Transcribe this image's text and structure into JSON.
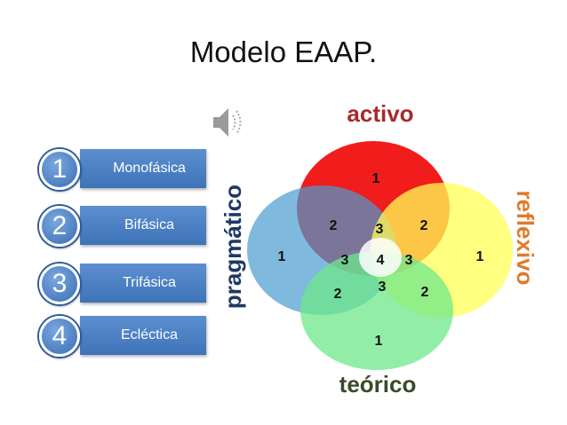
{
  "title": "Modelo EAAP.",
  "list": [
    {
      "number": "1",
      "label": "Monofásica"
    },
    {
      "number": "2",
      "label": "Bifásica"
    },
    {
      "number": "3",
      "label": "Trifásica"
    },
    {
      "number": "4",
      "label": "Ecléctica"
    }
  ],
  "venn": {
    "labels": {
      "activo": "activo",
      "pragmatico": "pragmático",
      "reflexivo": "reflexivo",
      "teorico": "teórico"
    },
    "colors": {
      "activo": "#f01010",
      "pragmatico": "#4a9bd0",
      "reflexivo": "#ffff55",
      "teorico": "#6ee88a"
    },
    "regions": {
      "a": "1",
      "ap": "2",
      "center_top": "3",
      "ar": "2",
      "p": "1",
      "center_left": "3",
      "center": "4",
      "center_right": "3",
      "r": "1",
      "pt": "2",
      "center_bottom": "3",
      "rt": "2",
      "t": "1"
    }
  }
}
